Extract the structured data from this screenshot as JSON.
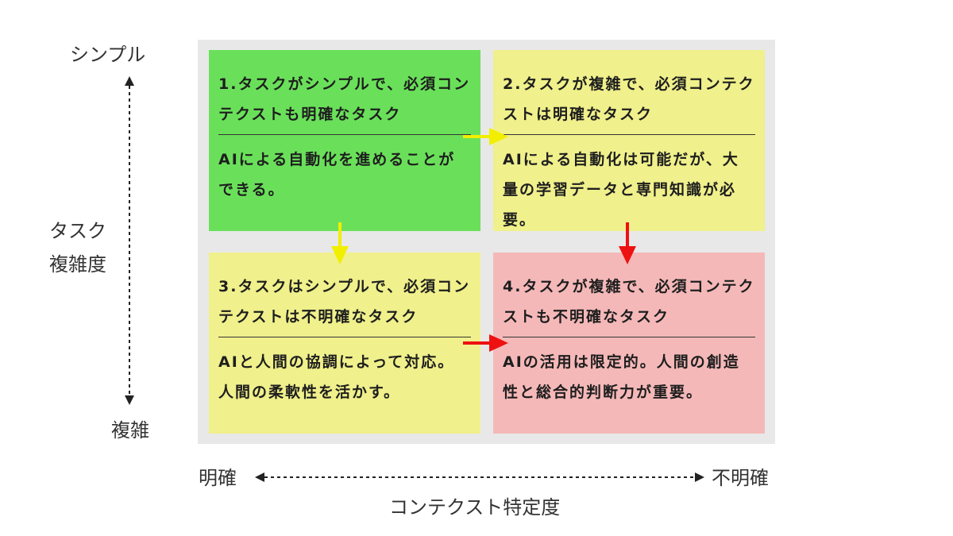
{
  "axes": {
    "y_top": "シンプル",
    "y_title_line1": "タスク",
    "y_title_line2": "複雑度",
    "y_bottom": "複雑",
    "x_left": "明確",
    "x_right": "不明確",
    "x_title": "コンテクスト特定度"
  },
  "quadrants": [
    {
      "title": "1.タスクがシンプルで、必須コンテクストも明確なタスク",
      "body": "AIによる自動化を進めることができる。",
      "color": "#6ae05a"
    },
    {
      "title": "2.タスクが複雑で、必須コンテクストは明確なタスク",
      "body": "AIによる自動化は可能だが、大量の学習データと専門知識が必要。",
      "color": "#f0f08c"
    },
    {
      "title": "3.タスクはシンプルで、必須コンテクストは不明確なタスク",
      "body": "AIと人間の協調によって対応。人間の柔軟性を活かす。",
      "color": "#f0f08c"
    },
    {
      "title": "4.タスクが複雑で、必須コンテクストも不明確なタスク",
      "body": "AIの活用は限定的。人間の創造性と総合的判断力が重要。",
      "color": "#f5b8b8"
    }
  ],
  "colors": {
    "arrow_yellow": "#f2ee00",
    "arrow_red": "#ee1111",
    "axis_line": "#222222",
    "matrix_background": "#e8e8e8"
  }
}
